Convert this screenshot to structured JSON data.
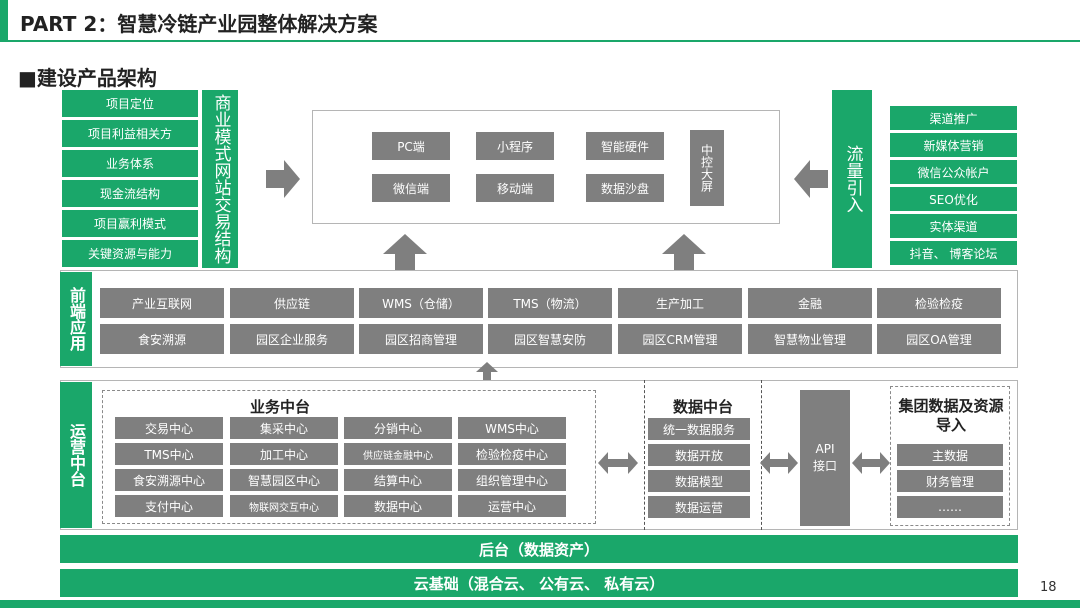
{
  "header": {
    "title": "PART 2：智慧冷链产业园整体解决方案"
  },
  "section_title": "■建设产品架构",
  "left_items": [
    "项目定位",
    "项目利益相关方",
    "业务体系",
    "现金流结构",
    "项目赢利模式",
    "关键资源与能力"
  ],
  "left_vertical": "商业模式网站交易结构",
  "center_top": {
    "row1": [
      "PC端",
      "小程序",
      "智能硬件"
    ],
    "row2": [
      "微信端",
      "移动端",
      "数据沙盘"
    ],
    "screen": "中控大屏"
  },
  "flow_vertical": "流量引入",
  "right_items": [
    "渠道推广",
    "新媒体营销",
    "微信公众帐户",
    "SEO优化",
    "实体渠道",
    "抖音、 博客论坛"
  ],
  "front": {
    "label": "前端应用",
    "row1": [
      "产业互联网",
      "供应链",
      "WMS（仓储）",
      "TMS（物流）",
      "生产加工",
      "金融",
      "检验检疫"
    ],
    "row2": [
      "食安溯源",
      "园区企业服务",
      "园区招商管理",
      "园区智慧安防",
      "园区CRM管理",
      "智慧物业管理",
      "园区OA管理"
    ]
  },
  "ops": {
    "label": "运营中台",
    "business_title": "业务中台",
    "business_grid": [
      [
        "交易中心",
        "集采中心",
        "分销中心",
        "WMS中心"
      ],
      [
        "TMS中心",
        "加工中心",
        "供应链金融中心",
        "检验检疫中心"
      ],
      [
        "食安溯源中心",
        "智慧园区中心",
        "结算中心",
        "组织管理中心"
      ],
      [
        "支付中心",
        "物联网交互中心",
        "数据中心",
        "运营中心"
      ]
    ],
    "data_title": "数据中台",
    "data_items": [
      "统一数据服务",
      "数据开放",
      "数据模型",
      "数据运营"
    ],
    "api": "API\n接口",
    "group_title": "集团数据及资源导入",
    "group_items": [
      "主数据",
      "财务管理",
      "……"
    ]
  },
  "backend": "后台（数据资产）",
  "cloud": "云基础（混合云、 公有云、 私有云）",
  "page_number": "18",
  "colors": {
    "green": "#1aa76a",
    "gray": "#7f7f7f"
  }
}
